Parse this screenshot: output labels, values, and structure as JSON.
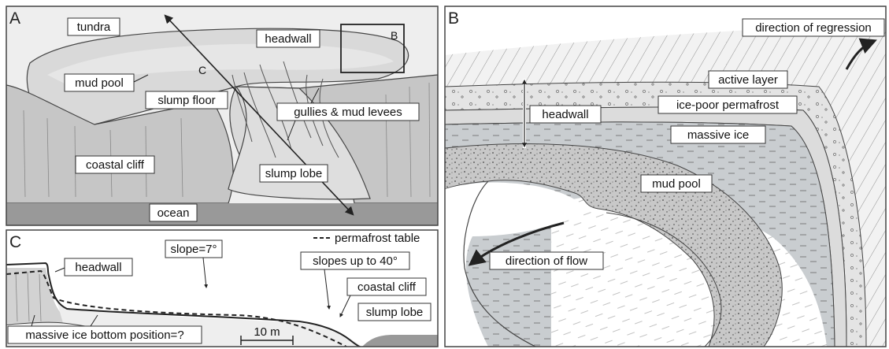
{
  "panels": {
    "a": {
      "letter": "A",
      "labels": {
        "tundra": "tundra",
        "headwall": "headwall",
        "inset_b": "B",
        "mud_pool": "mud pool",
        "slump_floor": "slump floor",
        "gullies": "gullies & mud levees",
        "coastal_cliff": "coastal cliff",
        "slump_lobe": "slump lobe",
        "ocean": "ocean",
        "transect": "C"
      }
    },
    "b": {
      "letter": "B",
      "labels": {
        "regression": "direction of regression",
        "active_layer": "active layer",
        "ice_poor": "ice-poor permafrost",
        "headwall": "headwall",
        "massive_ice": "massive ice",
        "mud_pool": "mud pool",
        "flow": "direction of flow"
      }
    },
    "c": {
      "letter": "C",
      "labels": {
        "legend": "permafrost table",
        "slope": "slope=7°",
        "slopes_up": "slopes up to 40°",
        "headwall": "headwall",
        "coastal_cliff": "coastal cliff",
        "slump_lobe": "slump lobe",
        "massive_ice": "massive ice bottom position=?",
        "scale": "10 m"
      }
    }
  },
  "colors": {
    "frame": "#444444",
    "tundra": "#eeeeee",
    "slump": "#d0d0d0",
    "cliff": "#bdbdbd",
    "ocean": "#999999",
    "ice": "#c9cdd0",
    "mud": "#b9b9b9"
  }
}
